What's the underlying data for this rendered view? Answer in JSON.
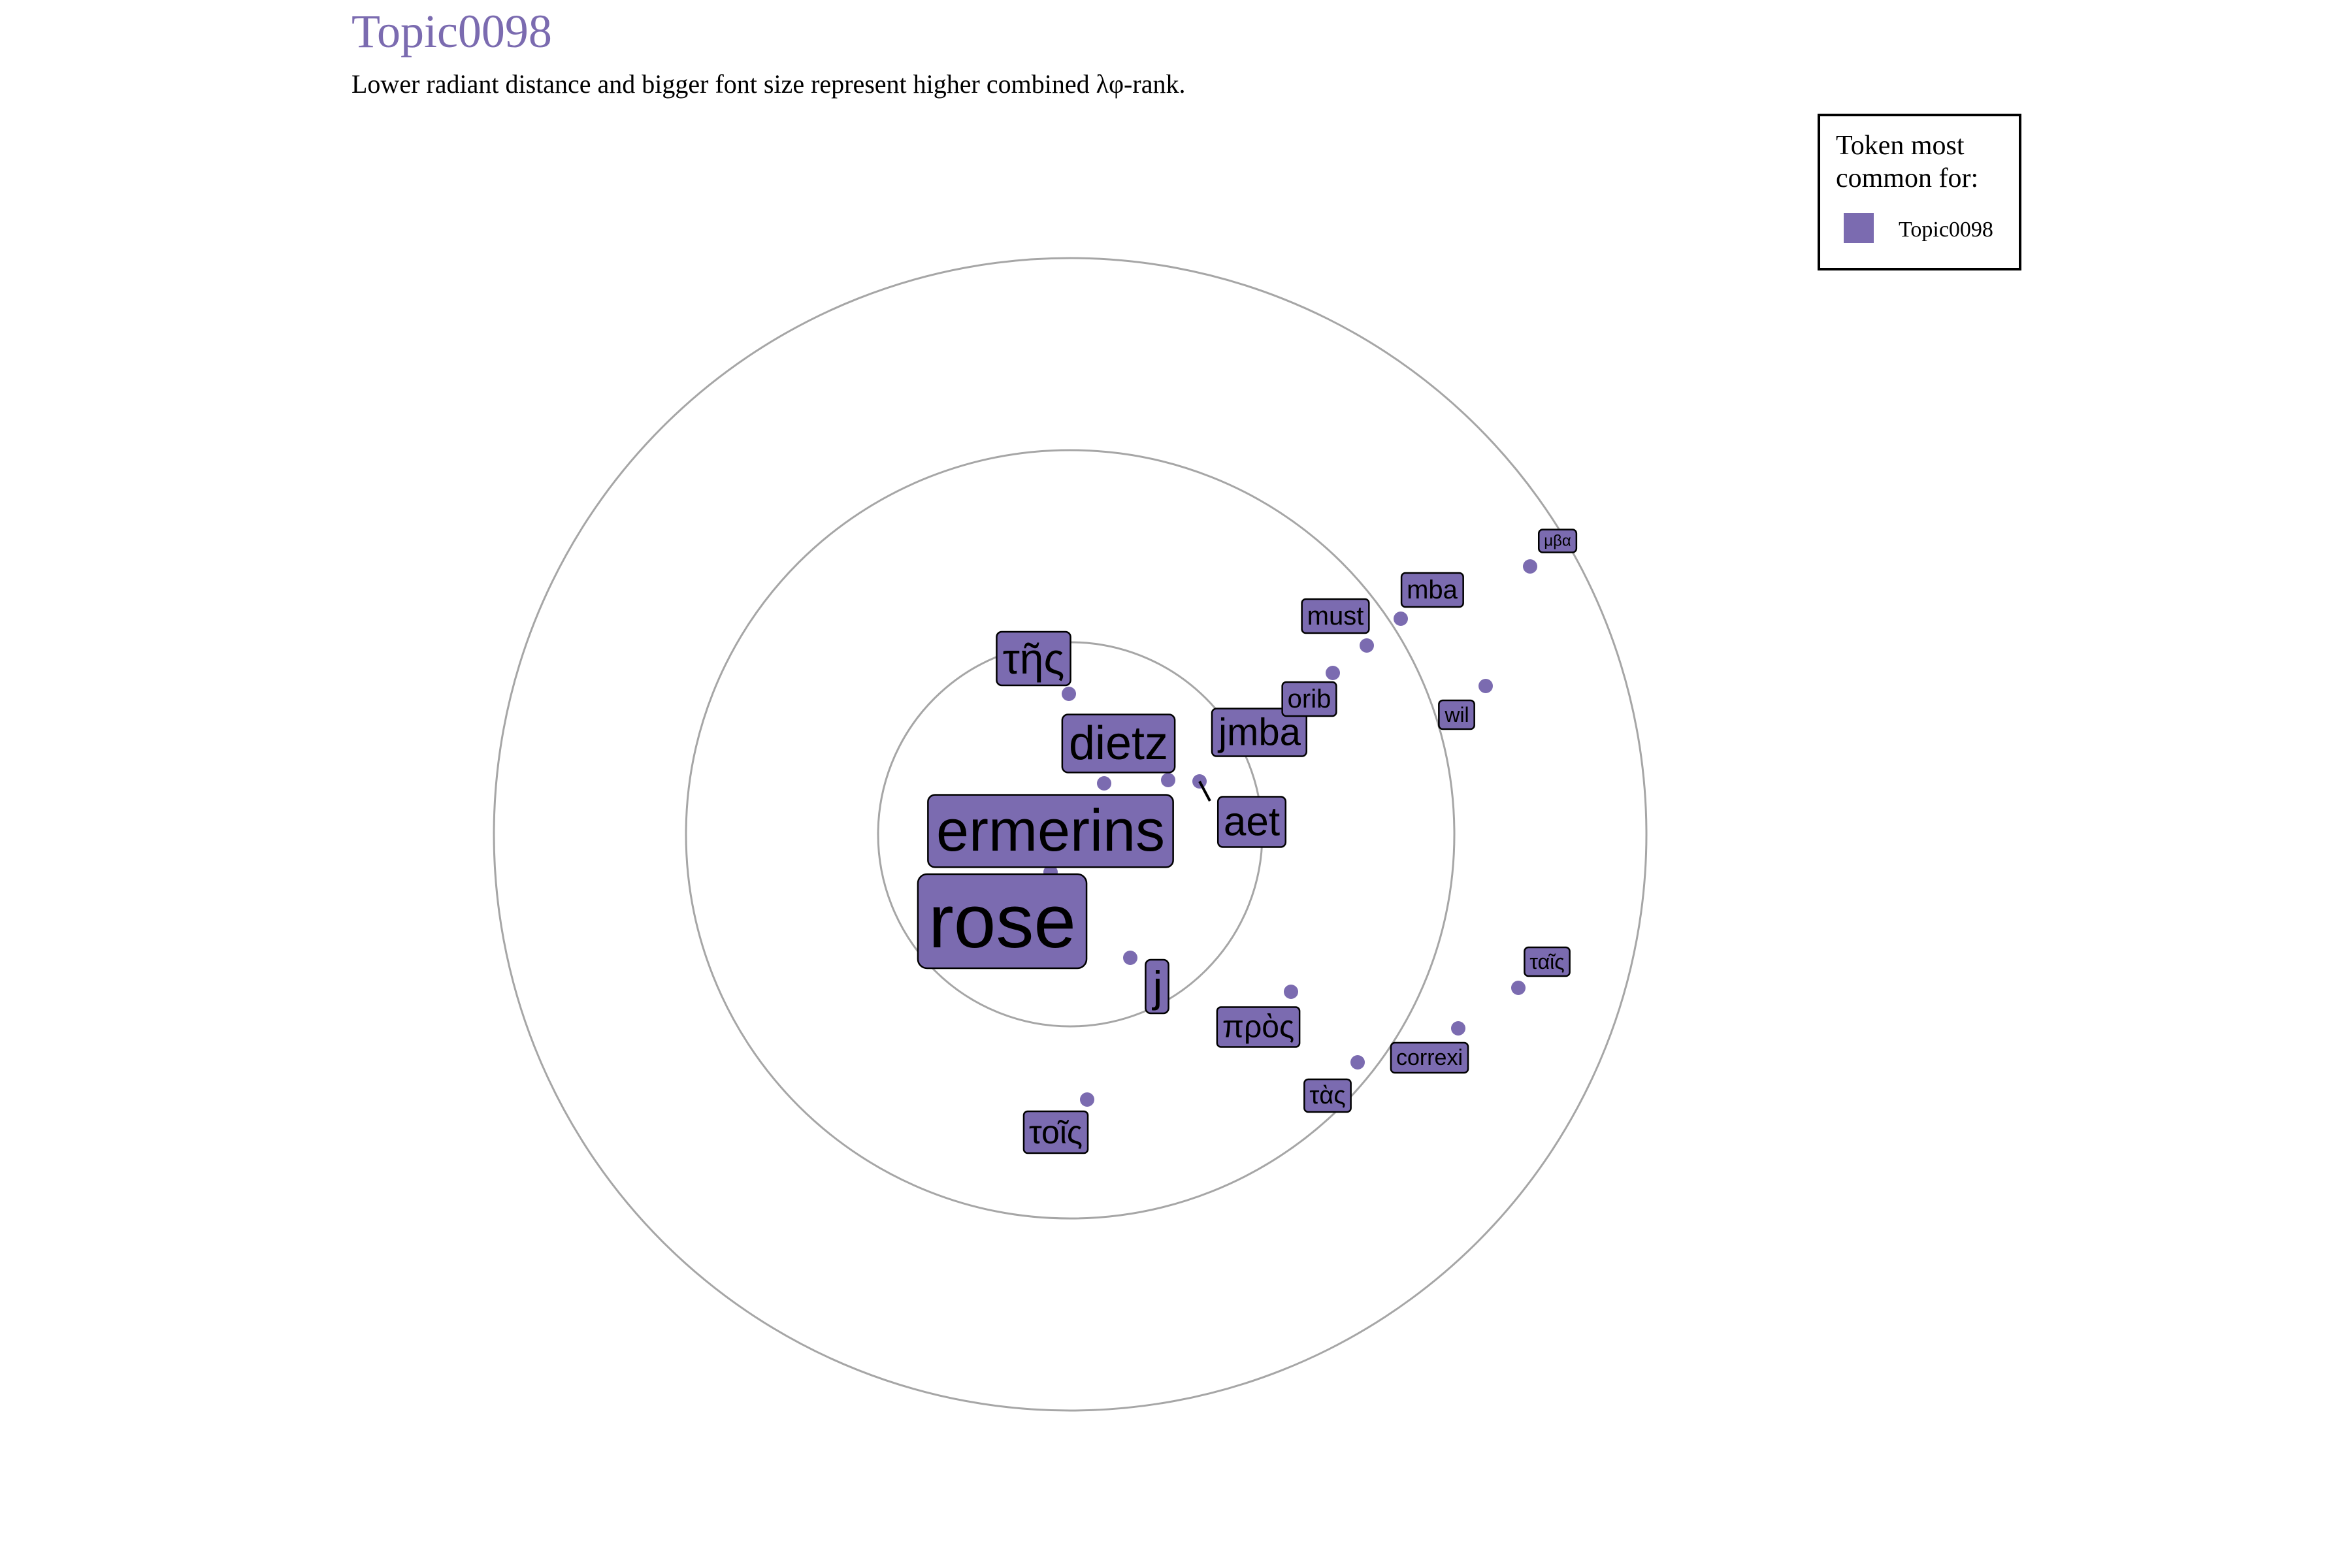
{
  "chart_data": {
    "type": "radial-token-plot",
    "title": "Topic0098",
    "subtitle": "Lower radiant distance and bigger font size represent higher combined λφ-rank.",
    "color": "#7b6bb0",
    "rings": [
      1,
      2,
      3
    ],
    "grid": true,
    "legend": {
      "placement": "top-right",
      "title": "Token most common for:",
      "entries": [
        {
          "name": "Topic0098",
          "color": "#7b6bb0"
        }
      ]
    },
    "tokens": [
      {
        "label": "rose",
        "rank": 1
      },
      {
        "label": "ermerins",
        "rank": 2
      },
      {
        "label": "dietz",
        "rank": 3
      },
      {
        "label": "τῆς",
        "rank": 4
      },
      {
        "label": "aet",
        "rank": 5
      },
      {
        "label": "jmba",
        "rank": 6
      },
      {
        "label": "j",
        "rank": 7
      },
      {
        "label": "τοῖς",
        "rank": 8
      },
      {
        "label": "πρὸς",
        "rank": 9
      },
      {
        "label": "orib",
        "rank": 10
      },
      {
        "label": "must",
        "rank": 11
      },
      {
        "label": "mba",
        "rank": 12
      },
      {
        "label": "τὰς",
        "rank": 13
      },
      {
        "label": "correxi",
        "rank": 14
      },
      {
        "label": "wil",
        "rank": 15
      },
      {
        "label": "ταῖς",
        "rank": 16
      },
      {
        "label": "μβα",
        "rank": 17
      }
    ]
  }
}
